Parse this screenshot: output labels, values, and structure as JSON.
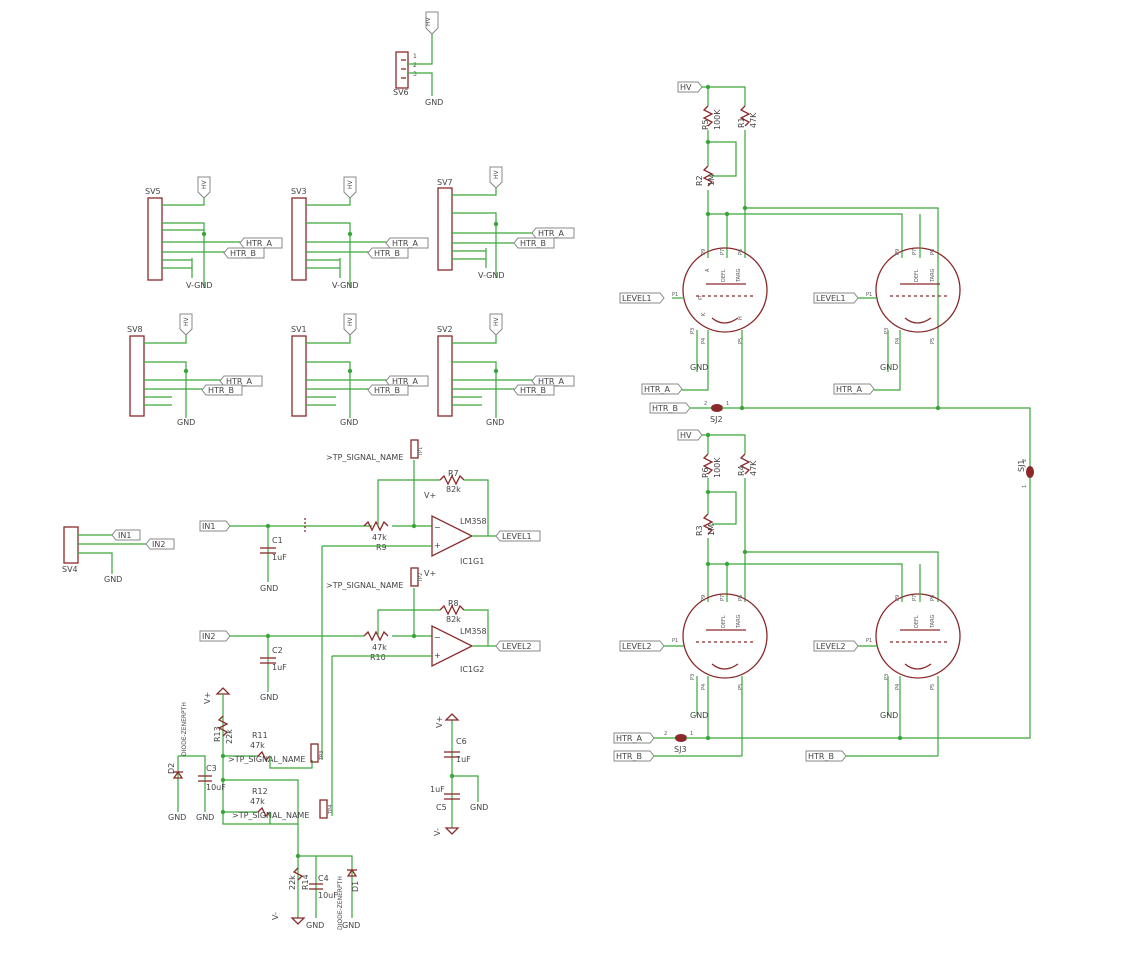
{
  "nets": {
    "hv": "HV",
    "gnd": "GND",
    "vplus": "V+",
    "vminus": "V-",
    "vgnd": "V-GND",
    "htr_a": "HTR_A",
    "htr_b": "HTR_B",
    "in1": "IN1",
    "in2": "IN2",
    "level1": "LEVEL1",
    "level2": "LEVEL2",
    "tp_signal": ">TP_SIGNAL_NAME"
  },
  "connectors": {
    "top": "SV6",
    "row1": [
      "SV5",
      "SV3",
      "SV7"
    ],
    "row2": [
      "SV8",
      "SV1",
      "SV2"
    ],
    "input": "SV4"
  },
  "parts": {
    "c1": "C1",
    "c1_val": "1uF",
    "c2": "C2",
    "c2_val": "1uF",
    "c3": "C3",
    "c3_val": "10uF",
    "c4": "C4",
    "c4_val": "10uF",
    "c5": "C5",
    "c5_val": "1uF",
    "c6": "C6",
    "c6_val": "1uF",
    "r7": "R7",
    "r7_val": "82k",
    "r8": "R8",
    "r8_val": "82k",
    "r9": "R9",
    "r9_val": "47k",
    "r10": "R10",
    "r10_val": "47k",
    "r11": "R11",
    "r11_val": "47k",
    "r12": "R12",
    "r12_val": "47k",
    "r13": "R13",
    "r13_val": "22k",
    "r14": "R14",
    "r14_val": "22k",
    "ic1": "IC1G1",
    "ic2": "IC1G2",
    "opamp": "LM358",
    "d1": "D1",
    "d2": "D2",
    "diode": "DIODE-ZENERPTH",
    "r1": "R1",
    "r1_val": "47K",
    "r2": "R2",
    "r2_val": "1M",
    "r3": "R3",
    "r3_val": "1M",
    "r4": "R4",
    "r4_val": "47K",
    "r5": "R5",
    "r5_val": "100K",
    "r6": "R6",
    "r6_val": "100K",
    "sj1": "SJ1",
    "sj2": "SJ2",
    "sj3": "SJ3",
    "tp1": "TP1",
    "tp2": "TP2",
    "tp3": "TP3",
    "tp4": "TP4"
  },
  "tube_pins": {
    "p1": "P1",
    "p2": "P2",
    "p3": "P3",
    "p4": "P4",
    "p5": "P5",
    "p6": "P6",
    "p7": "P7",
    "p8": "P8",
    "p9": "P9",
    "a": "A",
    "k": "K",
    "h": "H",
    "g": "G",
    "defl": "DEFL",
    "targ": "TARG"
  }
}
